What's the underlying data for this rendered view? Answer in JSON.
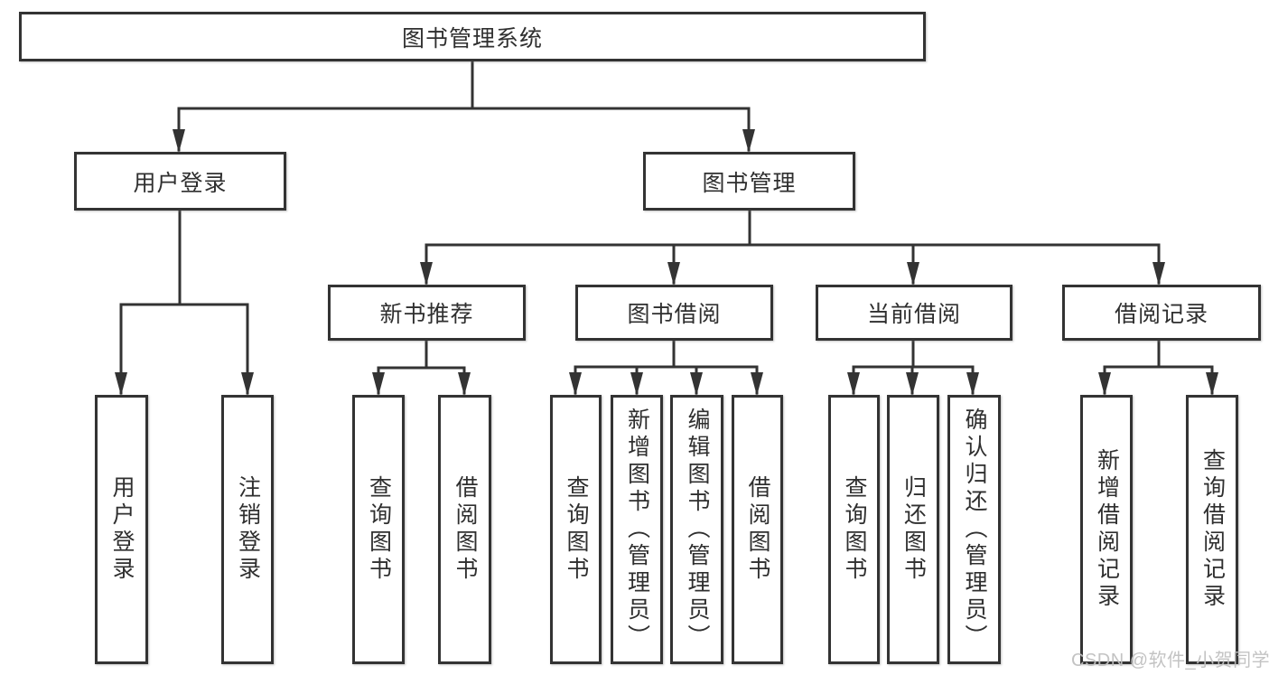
{
  "tree": {
    "label": "图书管理系统",
    "children": [
      {
        "label": "用户登录",
        "children": [
          {
            "label": "用户登录"
          },
          {
            "label": "注销登录"
          }
        ]
      },
      {
        "label": "图书管理",
        "children": [
          {
            "label": "新书推荐",
            "children": [
              {
                "label": "查询图书"
              },
              {
                "label": "借阅图书"
              }
            ]
          },
          {
            "label": "图书借阅",
            "children": [
              {
                "label": "查询图书"
              },
              {
                "label": "新增图书（管理员）"
              },
              {
                "label": "编辑图书（管理员）"
              },
              {
                "label": "借阅图书"
              }
            ]
          },
          {
            "label": "当前借阅",
            "children": [
              {
                "label": "查询图书"
              },
              {
                "label": "归还图书"
              },
              {
                "label": "确认归还（管理员）"
              }
            ]
          },
          {
            "label": "借阅记录",
            "children": [
              {
                "label": "新增借阅记录"
              },
              {
                "label": "查询借阅记录"
              }
            ]
          }
        ]
      }
    ]
  },
  "watermark": {
    "text": "CSDN @软件_小贺同学"
  },
  "colors": {
    "line": "#333333",
    "box_border": "#333333",
    "box_background": "#ffffff",
    "text": "#2f2f2f",
    "watermark": "#c0c0c0",
    "page_background": "#ffffff"
  }
}
